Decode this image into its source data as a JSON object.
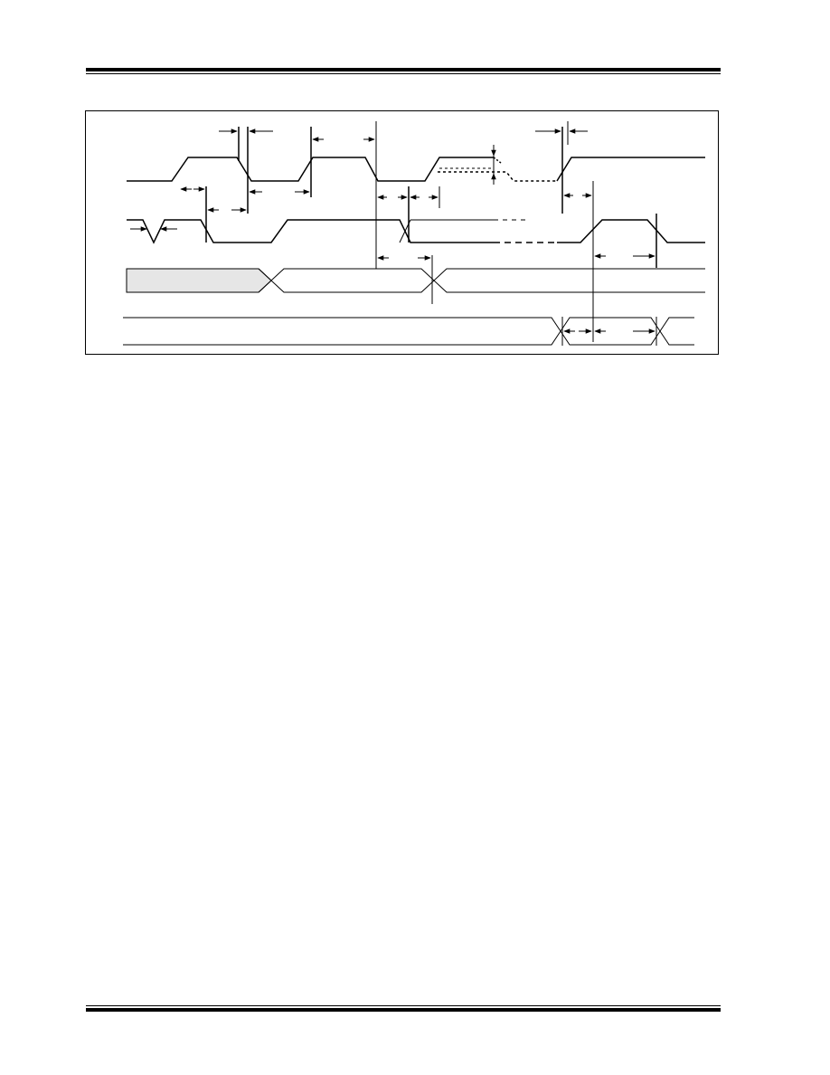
{
  "page": {
    "header_rule_color": "#000000",
    "footer_rule_color": "#000000"
  },
  "figure": {
    "type": "timing-diagram",
    "stroke_color": "#000000",
    "shaded_bus_color": "#e6e6e6",
    "signals": [
      {
        "kind": "clock",
        "dashed_segment": true
      },
      {
        "kind": "strobe",
        "dashed_segment": true
      },
      {
        "kind": "bus",
        "shaded_first_segment": true
      },
      {
        "kind": "bus"
      }
    ]
  }
}
